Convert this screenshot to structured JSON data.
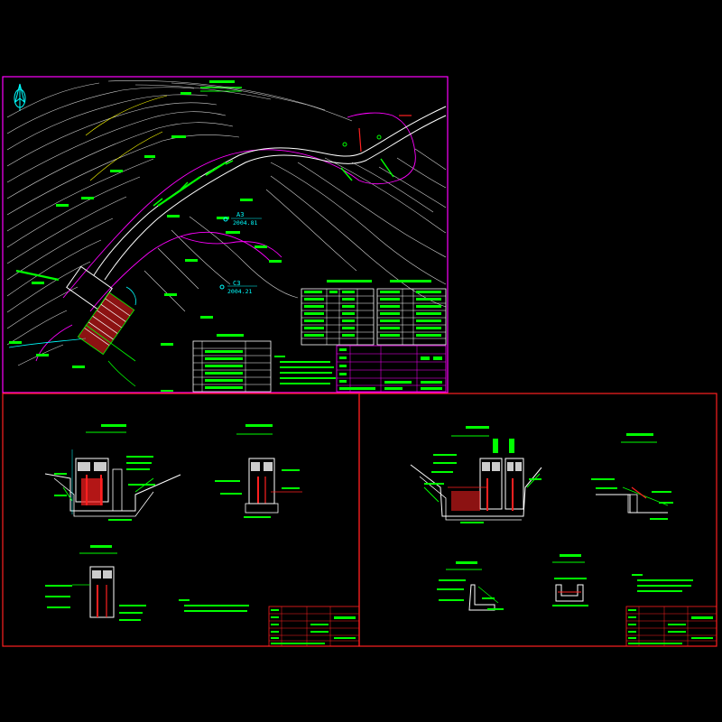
{
  "colors": {
    "background": "#000000",
    "sheet_top_border": "#ff00ff",
    "sheet_bottom_border": "#ff2020",
    "contour": "#d8d8d8",
    "road": "#ffffff",
    "boundary": "#ff00ff",
    "label": "#00ff00",
    "dim": "#00ffff",
    "section": "#ffffff",
    "accent": "#ff2020",
    "yellow": "#ffff00"
  },
  "icons": {
    "north_arrow": "north-arrow-icon"
  },
  "labels": {
    "point_a_code": "A3",
    "point_a_elev": "2004.81",
    "point_c_code": "C3",
    "point_c_elev": "2004.21"
  }
}
